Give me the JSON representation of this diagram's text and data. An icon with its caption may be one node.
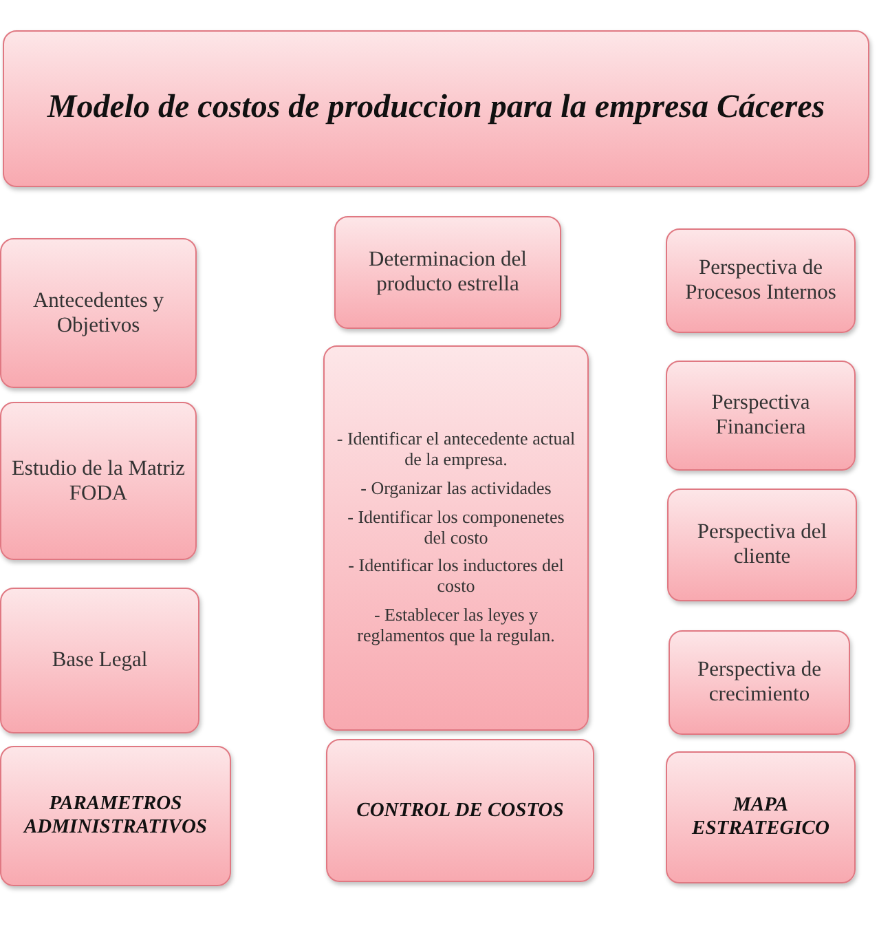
{
  "diagram": {
    "nodes": [
      {
        "text": [
          "Modelo de costos de produccion para la empresa Cáceres"
        ]
      },
      {
        "text": [
          "Determinacion del producto estrella"
        ]
      },
      {
        "text": [
          "Perspectiva de Procesos Internos"
        ]
      },
      {
        "text": [
          "Antecedentes y Objetivos"
        ]
      },
      {
        "text": [
          "- Identificar el antecedente actual de la empresa.",
          "- Organizar las actividades",
          "- Identificar los componenetes del costo",
          "- Identificar los inductores del costo",
          "- Establecer las leyes y reglamentos que la regulan."
        ]
      },
      {
        "text": [
          "Perspectiva Financiera"
        ]
      },
      {
        "text": [
          "Estudio de la Matriz FODA"
        ]
      },
      {
        "text": [
          "Perspectiva del cliente"
        ]
      },
      {
        "text": [
          "Base Legal"
        ]
      },
      {
        "text": [
          "Perspectiva de crecimiento"
        ]
      },
      {
        "text": [
          "CONTROL DE COSTOS"
        ]
      },
      {
        "text": [
          "PARAMETROS ADMINISTRATIVOS"
        ]
      },
      {
        "text": [
          "MAPA ESTRATEGICO"
        ]
      }
    ]
  }
}
